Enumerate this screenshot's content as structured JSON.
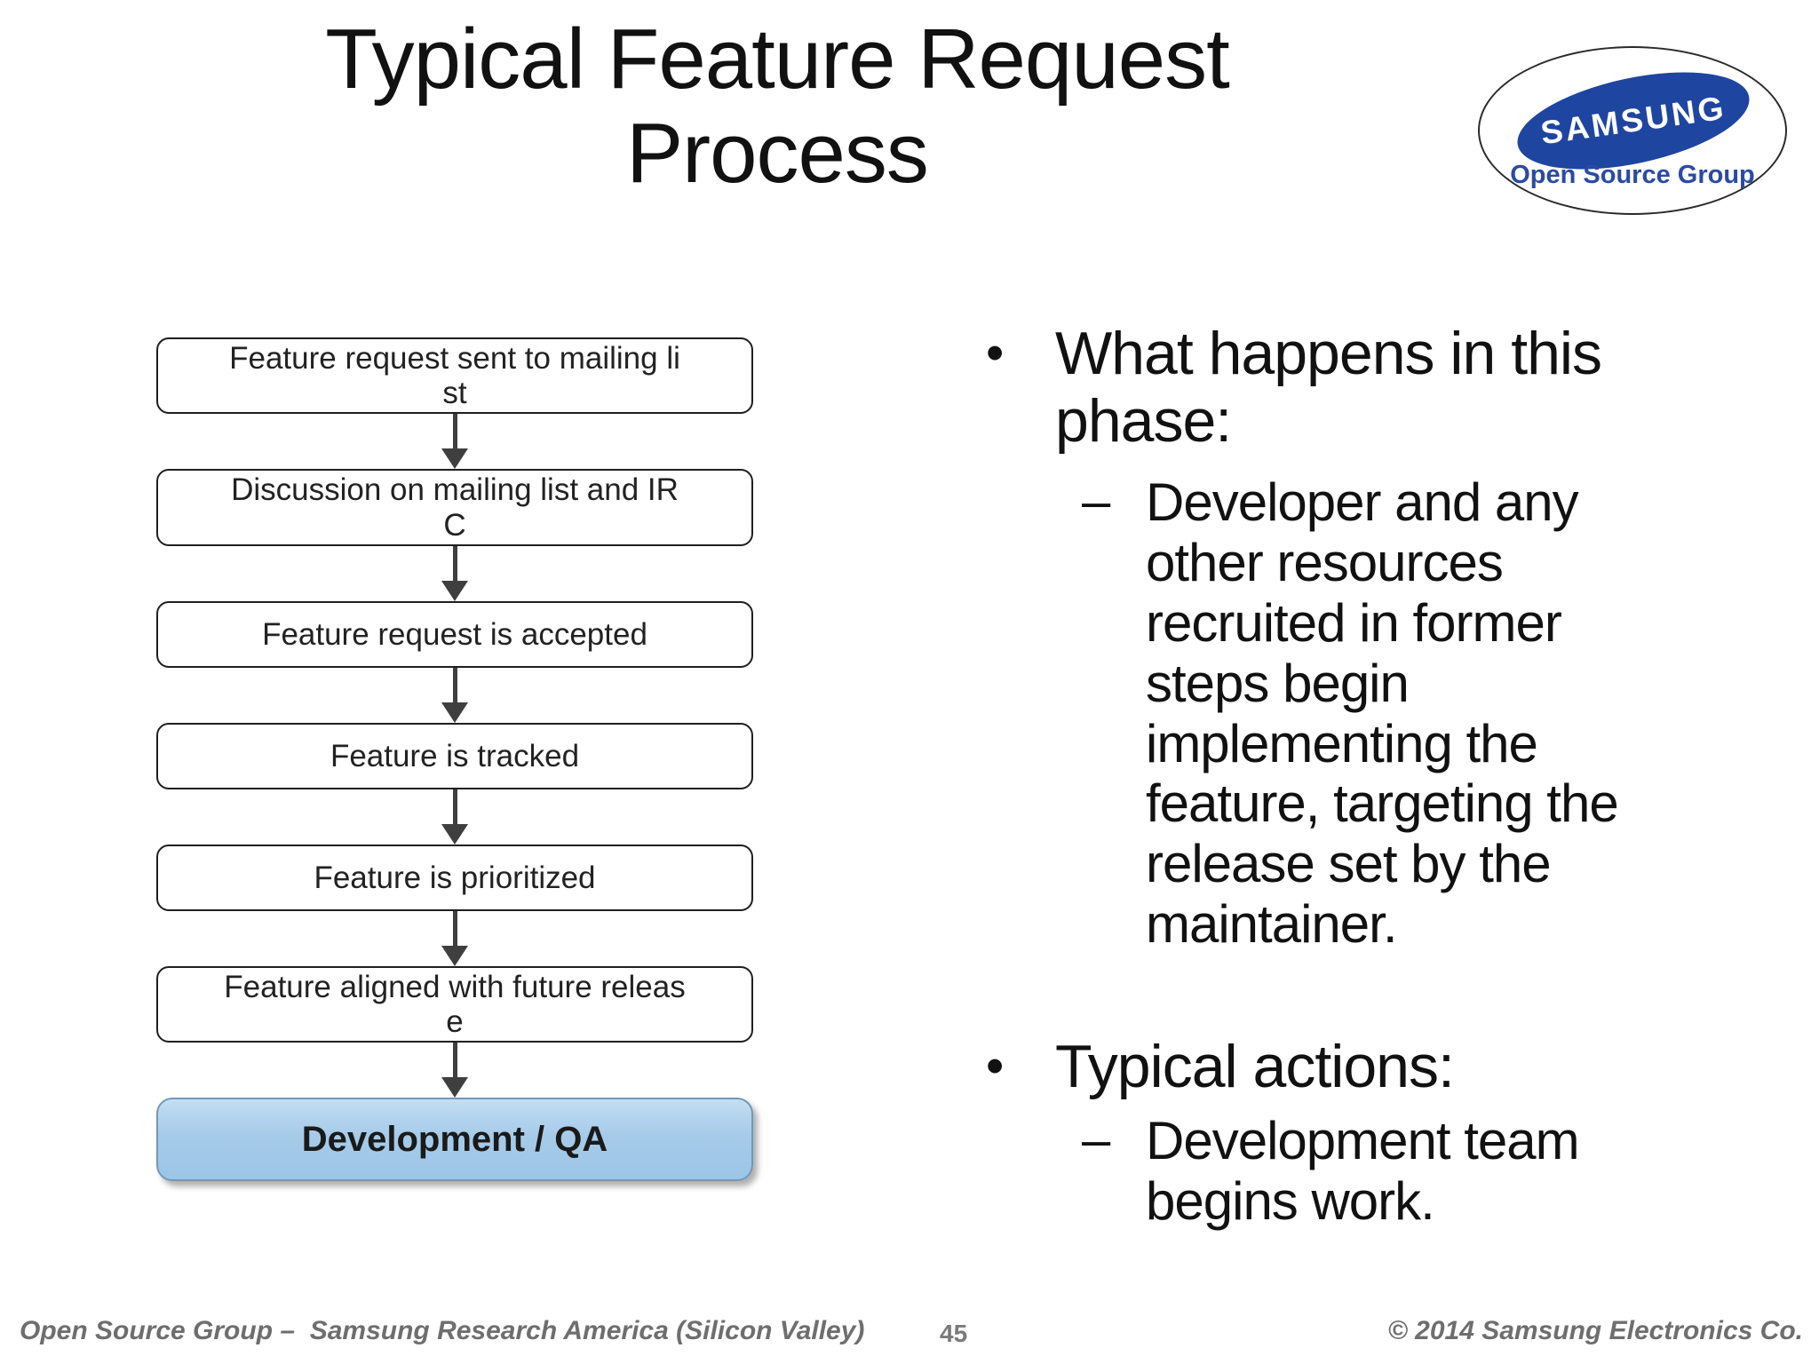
{
  "header": {
    "title": "Typical Feature Request\nProcess"
  },
  "logo": {
    "brand": "SAMSUNG",
    "subtitle": "Open Source Group"
  },
  "flowchart": {
    "steps": [
      {
        "label": "Feature request sent to mailing li\nst",
        "highlight": false
      },
      {
        "label": "Discussion on mailing list and IR\nC",
        "highlight": false
      },
      {
        "label": "Feature request is accepted",
        "highlight": false
      },
      {
        "label": "Feature is tracked",
        "highlight": false
      },
      {
        "label": "Feature is prioritized",
        "highlight": false
      },
      {
        "label": "Feature aligned with future releas\ne",
        "highlight": false
      },
      {
        "label": "Development / QA",
        "highlight": true
      }
    ]
  },
  "content": {
    "bullet_glyph": "•",
    "sub_bullet_glyph": "–",
    "bullets": [
      {
        "label": "What happens in this\nphase:",
        "subs": [
          "Developer and any\nother resources\nrecruited in former\nsteps begin\nimplementing the\nfeature, targeting the\nrelease set by the\nmaintainer."
        ]
      },
      {
        "label": "Typical actions:",
        "subs": [
          "Development team\nbegins work."
        ]
      }
    ]
  },
  "footer": {
    "left": "Open Source Group –  Samsung Research America (Silicon Valley)",
    "page": "45",
    "right": "© 2014 Samsung Electronics Co."
  },
  "colors": {
    "samsung_blue": "#1e45a0",
    "logo_text_blue": "#2a4aa5",
    "dev_box_top": "#c3def2",
    "dev_box_mid": "#a6cbe9",
    "dev_box_bottom": "#9cc5e6",
    "dev_box_border": "#7397b9",
    "arrow_gray": "#3f3f3f",
    "footer_gray": "#6e6e6e",
    "text_dark": "#111111"
  }
}
